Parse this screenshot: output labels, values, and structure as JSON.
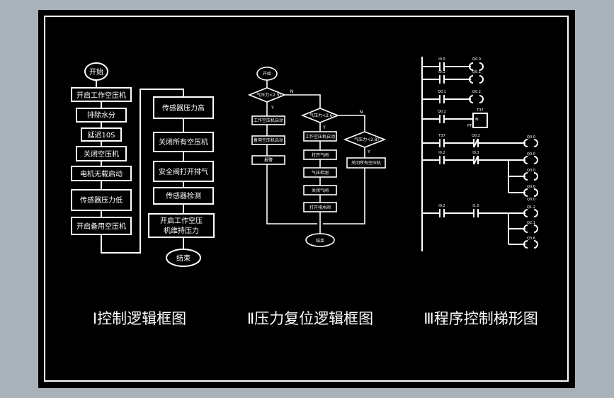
{
  "colors": {
    "canvas": "#000000",
    "line": "#ffffff",
    "window": "#a9b2b8"
  },
  "flow1": {
    "start": "开始",
    "steps": [
      "开启工作空压机",
      "排除水分",
      "延迟10S",
      "关闭空压机",
      "电机无载启动",
      "传感器压力低",
      "开启备用空压机"
    ],
    "right": [
      "传感器压力高",
      "关闭所有空压机",
      "安全阀打开排气",
      "传感器检测",
      "开启工作空压",
      "机维持压力"
    ],
    "end": "结束"
  },
  "flow2": {
    "start": "开始",
    "d1": "气压力<2.5?",
    "d2": "气压力<2.6?",
    "d3": "气压力<2.8?",
    "yes": "N",
    "no": "Y",
    "col1": [
      "工作空压机启动",
      "备用空压机启动",
      "报警"
    ],
    "col2": [
      "工作空压机启动",
      "打开气阀",
      "气压检测",
      "关闭气阀",
      "打开排水阀"
    ],
    "col3": [
      "关闭所有空压机"
    ],
    "end": "结束"
  },
  "ladder": {
    "rung1": {
      "contact": "I0.0",
      "coil": "Q0.0"
    },
    "rung2": {
      "contact": "I0.1",
      "coil": "Q0.1"
    },
    "rung3": {
      "contact": "Q0.1",
      "coil": "Q0.2"
    },
    "rung4": {
      "contact": "Q0.2",
      "timer": "T37",
      "in": "IN",
      "pt": "PT"
    },
    "rung5": {
      "contact1": "T37",
      "contact2": "Q0.2",
      "coil": "Q0.0"
    },
    "rung6": {
      "contact1": "I0.2",
      "contact2": "I0.1",
      "coils": [
        "Q0.0",
        "Q0.0",
        "Q0.0",
        "Q0.0"
      ]
    },
    "rung7": {
      "contact1": "I0.2",
      "contact2": "I1.0",
      "coils": [
        "Q1.2",
        "Q2.1",
        "Q3.6"
      ]
    }
  },
  "captions": {
    "c1": "Ⅰ控制逻辑框图",
    "c2": "Ⅱ压力复位逻辑框图",
    "c3": "Ⅲ程序控制梯形图"
  }
}
